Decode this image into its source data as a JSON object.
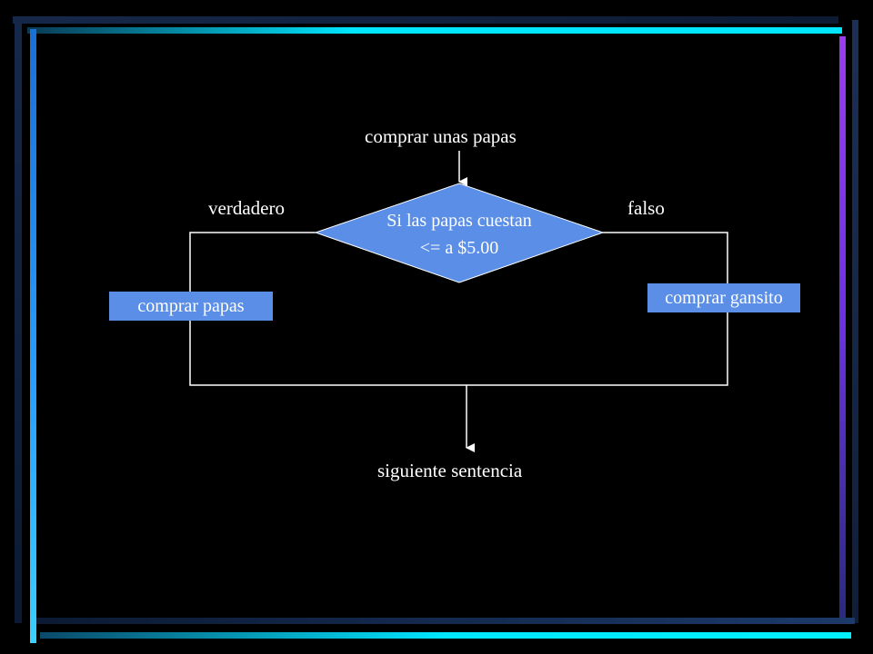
{
  "colors": {
    "background": "#000000",
    "node_fill": "#5b8ee6",
    "line": "#ffffff",
    "text": "#ffffff",
    "frame_dark": "#0b1c3a",
    "frame_cyan": "#00e6ff",
    "frame_purple": "#8a3cf0"
  },
  "flowchart": {
    "start_label": "comprar unas papas",
    "decision": {
      "line1": "Si las papas cuestan",
      "line2": "<= a $5.00"
    },
    "true_label": "verdadero",
    "false_label": "falso",
    "true_action": "comprar papas",
    "false_action": "comprar gansito",
    "next_label": "siguiente sentencia"
  }
}
